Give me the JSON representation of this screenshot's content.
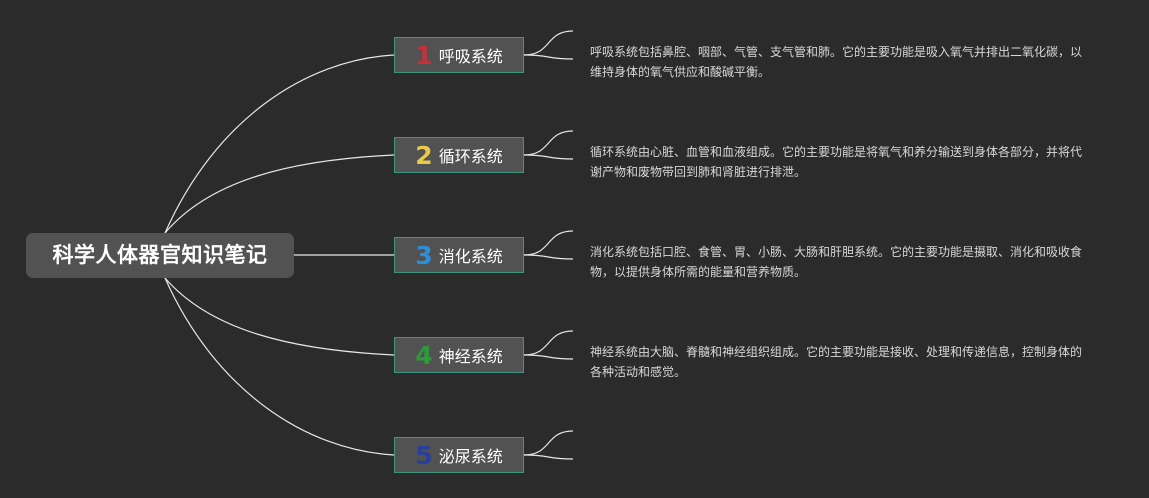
{
  "central": {
    "title": "科学人体器官知识笔记"
  },
  "topics": [
    {
      "num": "1",
      "label": "呼吸系统",
      "color": "#c8313a",
      "desc": "呼吸系统包括鼻腔、咽部、气管、支气管和肺。它的主要功能是吸入氧气并排出二氧化碳，以维持身体的氧气供应和酸碱平衡。"
    },
    {
      "num": "2",
      "label": "循环系统",
      "color": "#e9c84a",
      "desc": "循环系统由心脏、血管和血液组成。它的主要功能是将氧气和养分输送到身体各部分，并将代谢产物和废物带回到肺和肾脏进行排泄。"
    },
    {
      "num": "3",
      "label": "消化系统",
      "color": "#2b8fd9",
      "desc": "消化系统包括口腔、食管、胃、小肠、大肠和肝胆系统。它的主要功能是摄取、消化和吸收食物，以提供身体所需的能量和营养物质。"
    },
    {
      "num": "4",
      "label": "神经系统",
      "color": "#2e9a3a",
      "desc": "神经系统由大脑、脊髓和神经组织组成。它的主要功能是接收、处理和传递信息，控制身体的各种活动和感觉。"
    },
    {
      "num": "5",
      "label": "泌尿系统",
      "color": "#2a3f99",
      "desc": ""
    }
  ]
}
